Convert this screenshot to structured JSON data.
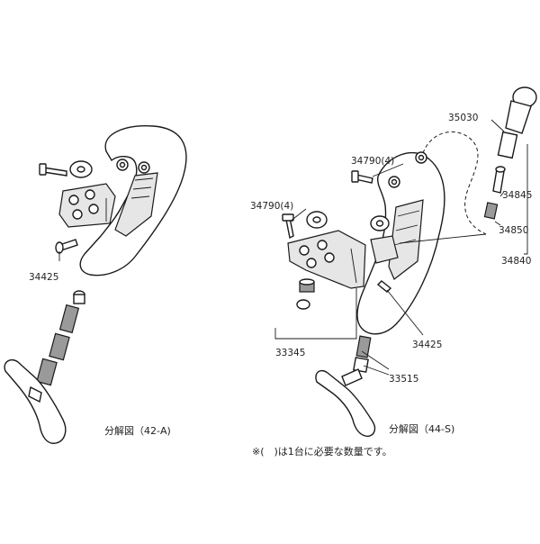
{
  "left_figure": {
    "caption": "分解図（42-A)",
    "labels": {
      "p34425": "34425"
    }
  },
  "right_figure": {
    "caption": "分解図（44-S)",
    "labels": {
      "p35030": "35030",
      "p34790_top": "34790(4)",
      "p34845": "34845",
      "p34790_left": "34790(4)",
      "p34850": "34850",
      "p34840": "34840",
      "p34425": "34425",
      "p33345": "33345",
      "p33515": "33515"
    }
  },
  "note": "※(　)は1台に必要な数量です。"
}
